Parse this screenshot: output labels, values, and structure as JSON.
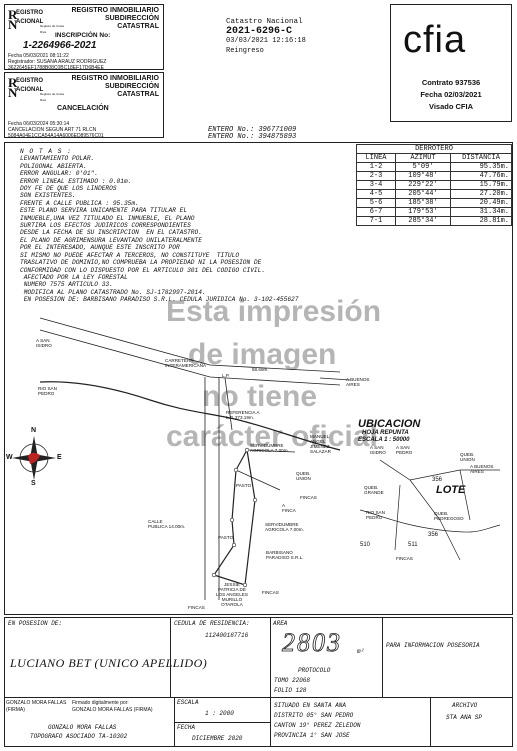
{
  "inscripcion": {
    "logo_line1": "EGISTRO",
    "logo_line2": "ACIONAL",
    "logo_sub": "Registro de Costa Rica",
    "title_line1": "REGISTRO INMOBILIARIO",
    "title_line2": "SUBDIRECCIÓN",
    "title_line3": "CATASTRAL",
    "label": "INSCRIPCIÓN No:",
    "number": "1-2264966-2021",
    "fecha": "Fecha      05/03/2021 08:11:22",
    "registrador": "Registrador: SUSANA ARAUZ RODRIGUEZ",
    "hash": "3622645EF1788B08C0BC18EF17D6B4EE"
  },
  "cancelacion": {
    "logo_line1": "EGISTRO",
    "logo_line2": "ACIONAL",
    "logo_sub": "Registro de Costa Rica",
    "title_line1": "REGISTRO INMOBILIARIO",
    "title_line2": "SUBDIRECCIÓN",
    "title_line3": "CATASTRAL",
    "label": "CANCELACIÓN",
    "fecha": "Fecha      06/03/2024 05:30:14",
    "motivo": "CANCELACION SEGUN ART 71 RLCN",
    "hash": "5084A04E1CCA54A14A6006ED89576C01"
  },
  "catastro": {
    "title": "Catastro Nacional",
    "number": "2021-6296-C",
    "datetime": "03/03/2021 12:16:18",
    "status": "Reingreso"
  },
  "cfia": {
    "logo": "cfia",
    "contrato": "Contrato 937536",
    "fecha": "Fecha 02/03/2021",
    "visado": "Visado CFIA"
  },
  "entries": {
    "entry1": "ENTERO  No.: 396771009",
    "entry2": "ENTERO  No.: 394875893"
  },
  "notes": {
    "heading": "N O T A S :",
    "lines": [
      "LEVANTAMIENTO POLAR.",
      "POLIGONAL ABIERTA.",
      "ERROR ANGULAR: 0'01\".",
      "ERROR LINEAL ESTIMADO : 0.01m.",
      "DOY FE DE QUE LOS LINDEROS",
      "SON EXISTENTES.",
      "FRENTE A CALLE PUBLICA : 95.35m.",
      "ESTE PLANO SERVIRA UNICAMENTE PARA TITULAR EL",
      "INMUEBLE,UNA VEZ TITULADO EL INMUEBLE, EL PLANO",
      "SURTIRA LOS EFECTOS JUDIRICOS CORRESPONDIENTES",
      "DESDE LA FECHA DE SU INSCRIPCION  EN EL CATASTRO.",
      "EL PLANO DE AGRIMENSURA LEVANTADO UNILATERALMENTE",
      "POR EL INTERESADO, AUNQUE ESTE INSCRITO POR",
      "SI MISMO NO PUEDE AFECTAR A TERCEROS, NO CONSTITUYE  TITULO",
      "TRASLATIVO DE DOMINIO,NO COMPRUEBA LA PROPIEDAD NI LA POSESION DE",
      "CONFORMIDAD CON LO DISPUESTO POR EL ARTICULO 301 DEL CODIGO CIVIL.",
      " AFECTADO POR LA LEY FORESTAL",
      " NUMERO 7575 ARTICULO 33.",
      " MODIFICA AL PLANO CATASTRADO No. SJ-1782997-2014.",
      " EN POSESION DE: BARBISANO PARADISO S.R.L. CEDULA JURIDICA No. 3-102-455627"
    ]
  },
  "derrotero": {
    "title": "DERROTERO",
    "headers": [
      "LINEA",
      "AZIMUT",
      "DISTANCIA"
    ],
    "rows": [
      [
        "1-2",
        "5°09'",
        "95.35m."
      ],
      [
        "2-3",
        "109°48'",
        "47.76m."
      ],
      [
        "3-4",
        "229°22'",
        "15.79m."
      ],
      [
        "4-5",
        "205°44'",
        "27.20m."
      ],
      [
        "5-6",
        "185°38'",
        "20.49m."
      ],
      [
        "6-7",
        "179°53'",
        "31.34m."
      ],
      [
        "7-1",
        "285°34'",
        "28.81m."
      ]
    ]
  },
  "watermark": {
    "line1": "Esta impresión",
    "line2": "de imagen",
    "line3": "no tiene",
    "line4": "carácter oficial"
  },
  "map": {
    "a_san_isidro": "A SAN\nISIDRO",
    "carretera": "CARRETERA\nINTERAMERICANA",
    "d5869": "58.69m.",
    "lp": "L.P.",
    "a_buenos_aires": "A BUENOS\nAIRES",
    "rio_san_pedro": "RIO SAN\nPEDRO",
    "referencia": "REFERENCIA A\nL.P. 373.19m.",
    "servidumbre_agricola": "SERVIDUMBRE\nAGRICOLA 7.00m.",
    "manuel": "MANUEL\nANGEL\nJIMENEZ\nSALAZAR",
    "ques_union": "QUEB.\nUNION",
    "pasto1": "PASTO",
    "fincas1": "FINCAS",
    "a_finca": "A\nFINCA",
    "calle_publica": "CALLE\nPUBLICA 14.00m.",
    "servidumbre2": "SERVIDUMBRE\nAGRICOLA 7.00m.",
    "pasto2": "PASTO",
    "barbisano": "BARBISANO\nPARADISO S.R.L.",
    "jessie": "JESSIE\nPATRICIA DE\nLOS ANGELES\nMURILLO\nOTAROLA",
    "fincas2": "FINCAS",
    "fincas3": "FINCAS",
    "north": "N",
    "south": "S",
    "east": "E",
    "west": "W"
  },
  "ubicacion": {
    "title": "UBICACION",
    "hoja": "HOJA REPUNTA",
    "escala": "ESCALA  1 :  50000",
    "a_san_isidro": "A SAN\nISIDRO",
    "a_san_pedro": "A SAN\nPEDRO",
    "queb_union": "QUEB.\nUNION",
    "a_buenos_aires": "A BUENOS\nAIRES",
    "queb_grande": "QUEB.\nGRANDE",
    "lote": "LOTE",
    "n356a": "356",
    "rio_san_pedro": "RIO SAN\nPEDRO",
    "queb_pedregoso": "QUEB.\nPEDREGOSO",
    "n510": "510",
    "n511": "511",
    "n356b": "356",
    "fincas": "FINCAS"
  },
  "footer": {
    "posesion_label": "EN POSESION DE:",
    "posesion_value": "LUCIANO BET (UNICO APELLIDO)",
    "cedula_label": "CEDULA DE RESIDENCIA:",
    "cedula_value": "112400187716",
    "area_label": "AREA",
    "area_value": "2803",
    "area_unit": "m²",
    "informacion": "PARA INFORMACION POSESORIA",
    "protocolo": "PROTOCOLO",
    "tomo": "TOMO 22068",
    "folio": "FOLIO 128",
    "sig_name": "GONZALO MORA FALLAS\n(FIRMA)",
    "sig_digital": "Firmado digitalmente por:\nGONZALO MORA FALLAS (FIRMA)",
    "surveyor_name": "GONZALO MORA FALLAS",
    "surveyor_title": "TOPOGRAFO ASOCIADO TA-10302",
    "escala_label": "ESCALA",
    "escala_value": "1 : 2000",
    "fecha_label": "FECHA",
    "fecha_value": "DICIEMBRE 2020",
    "loc1": "SITUADO EN SANTA ANA",
    "loc2": "DISTRITO 05° SAN PEDRO",
    "loc3": "CANTON 19° PEREZ ZELEDON",
    "loc4": "PROVINCIA 1° SAN JOSE",
    "archivo_label": "ARCHIVO",
    "archivo_value": "STA ANA SP"
  }
}
